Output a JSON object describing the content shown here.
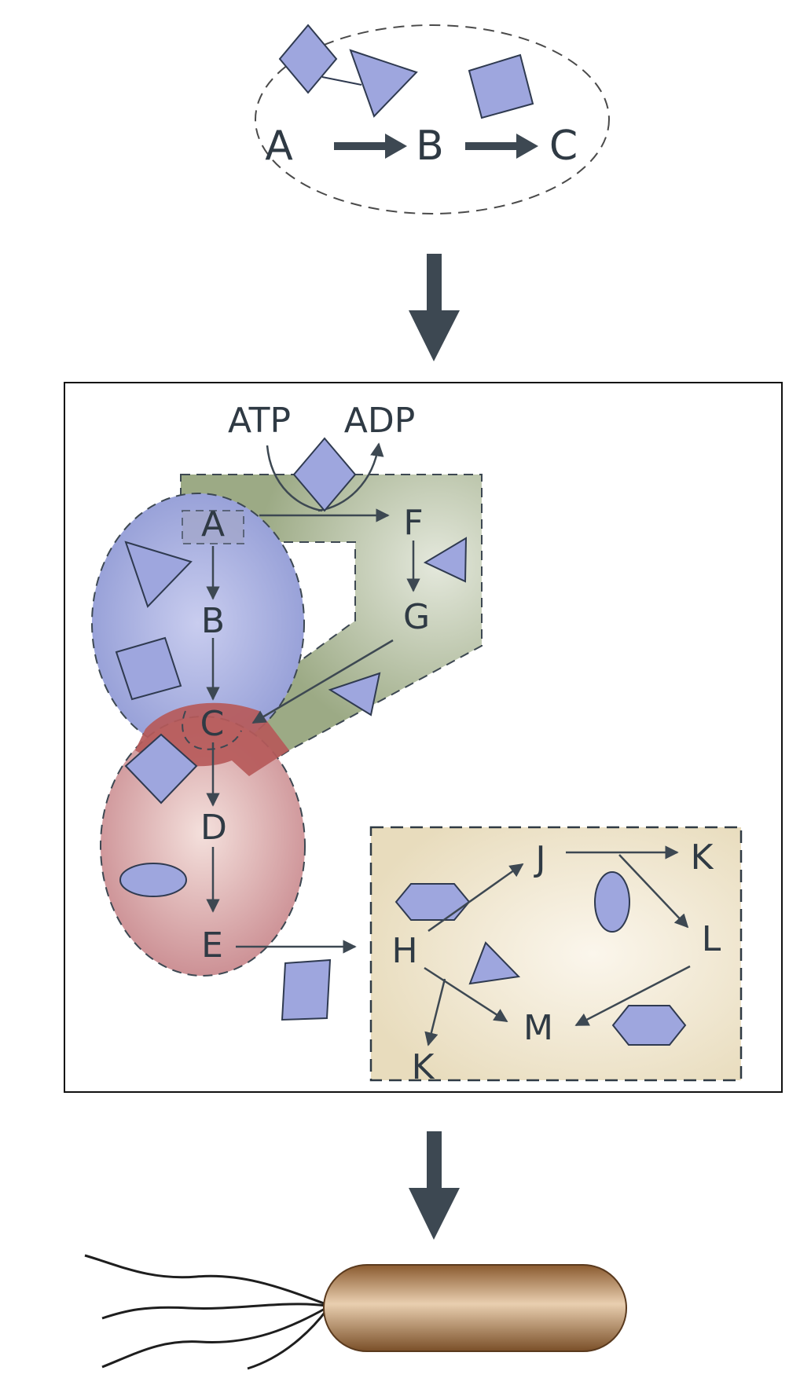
{
  "top_module": {
    "labels": [
      "A",
      "B",
      "C"
    ]
  },
  "middle_network": {
    "cofactors": {
      "in": "ATP",
      "out": "ADP"
    },
    "nodes": {
      "A": "A",
      "B": "B",
      "C": "C",
      "D": "D",
      "E": "E",
      "F": "F",
      "G": "G",
      "H": "H",
      "J": "J",
      "K_top": "K",
      "L": "L",
      "M": "M",
      "K_bottom": "K"
    }
  },
  "colors": {
    "enzyme_fill": "#9ea6de",
    "enzyme_stroke": "#2f3a50",
    "arrow": "#3d4852",
    "blue_region": "#8f99d4",
    "green_region": "#9caa85",
    "red_region": "#c98a8f",
    "red_overlap": "#b65a5a",
    "yellow_region": "#efe6cf",
    "cell_body": "#9a6a3c"
  }
}
